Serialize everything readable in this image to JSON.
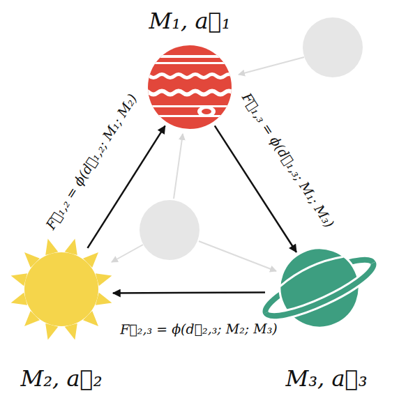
{
  "diagram": {
    "nodes": [
      {
        "text": [
          "M₁, a⃗₁"
        ]
      },
      {
        "text": [
          "M₂, a⃗₂"
        ]
      },
      {
        "text": [
          "M₃, a⃗₃"
        ]
      }
    ],
    "edges": [
      {
        "from": 1,
        "to": 0,
        "arrow": "to",
        "label": "F⃗₁,₂ = ϕ(d⃗₁,₂; M₁; M₂)"
      },
      {
        "from": 0,
        "to": 2,
        "arrow": "to",
        "label": "F⃗₁,₃ = ϕ(d⃗₁,₃; M₁; M₃)"
      },
      {
        "from": 2,
        "to": 1,
        "arrow": "to",
        "label": "F⃗₂,₃ = ϕ(d⃗₂,₃; M₂; M₃)"
      }
    ]
  }
}
